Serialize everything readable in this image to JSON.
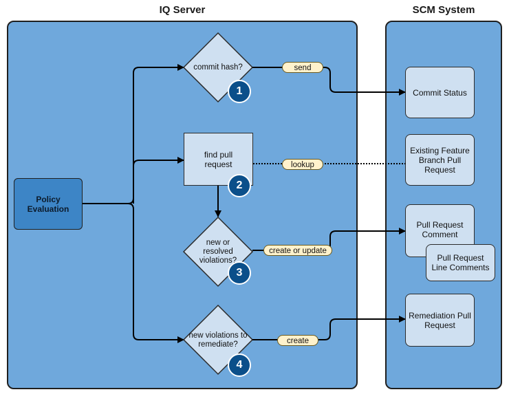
{
  "panels": {
    "iq_server": {
      "title": "IQ Server"
    },
    "scm_system": {
      "title": "SCM System"
    }
  },
  "policy_evaluation": {
    "label": "Policy Evaluation"
  },
  "steps": [
    {
      "number": "1",
      "label": "commit hash?"
    },
    {
      "number": "2",
      "label": "find pull request"
    },
    {
      "number": "3",
      "label": "new or resolved violations?"
    },
    {
      "number": "4",
      "label": "new violations to remediate?"
    }
  ],
  "connector_labels": {
    "send": "send",
    "lookup": "lookup",
    "create_or_update": "create or update",
    "create": "create"
  },
  "scm_items": {
    "commit_status": "Commit Status",
    "existing_feature_branch_pr": "Existing Feature Branch Pull Request",
    "pull_request_comment": "Pull Request Comment",
    "pull_request_line_comments": "Pull Request Line Comments",
    "remediation_pull_request": "Remediation Pull Request"
  },
  "colors": {
    "panel_fill": "#6fa8dc",
    "box_fill": "#cfe0f1",
    "policy_fill": "#3d85c6",
    "pill_fill": "#fff2cc",
    "badge_fill": "#0b4f8a"
  }
}
